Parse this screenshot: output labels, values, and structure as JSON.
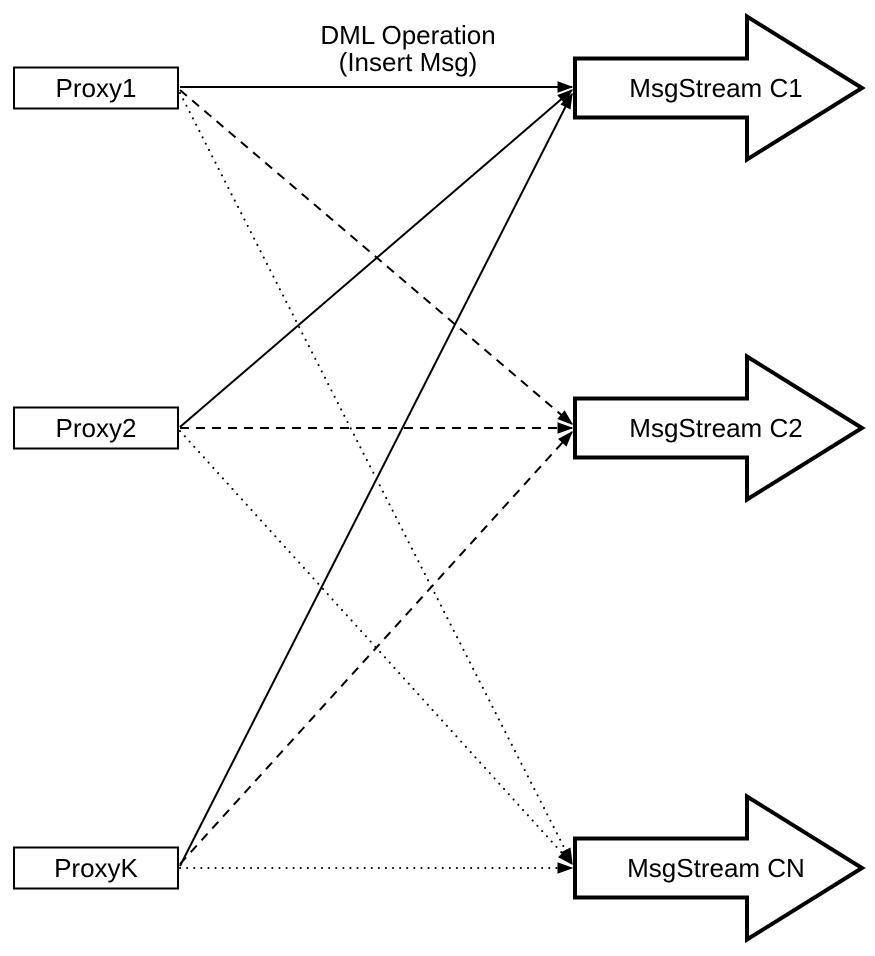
{
  "title": {
    "line1": "DML Operation",
    "line2": "(Insert Msg)"
  },
  "diagram": {
    "type": "flow",
    "proxies": [
      {
        "id": "proxy1",
        "label": "Proxy1"
      },
      {
        "id": "proxy2",
        "label": "Proxy2"
      },
      {
        "id": "proxyk",
        "label": "ProxyK"
      }
    ],
    "streams": [
      {
        "id": "c1",
        "label": "MsgStream C1"
      },
      {
        "id": "c2",
        "label": "MsgStream C2"
      },
      {
        "id": "cn",
        "label": "MsgStream CN"
      }
    ],
    "edges": [
      {
        "from": "Proxy1",
        "to": "MsgStream C1",
        "line_style": "solid"
      },
      {
        "from": "Proxy2",
        "to": "MsgStream C1",
        "line_style": "solid"
      },
      {
        "from": "ProxyK",
        "to": "MsgStream C1",
        "line_style": "solid"
      },
      {
        "from": "Proxy1",
        "to": "MsgStream C2",
        "line_style": "dashed"
      },
      {
        "from": "Proxy2",
        "to": "MsgStream C2",
        "line_style": "dashed"
      },
      {
        "from": "ProxyK",
        "to": "MsgStream C2",
        "line_style": "dashed"
      },
      {
        "from": "Proxy1",
        "to": "MsgStream CN",
        "line_style": "dotted"
      },
      {
        "from": "Proxy2",
        "to": "MsgStream CN",
        "line_style": "dotted"
      },
      {
        "from": "ProxyK",
        "to": "MsgStream CN",
        "line_style": "dotted"
      }
    ],
    "colors": {
      "stroke": "#000000",
      "shape_fill": "#ffffff",
      "background": "#ffffff"
    }
  }
}
